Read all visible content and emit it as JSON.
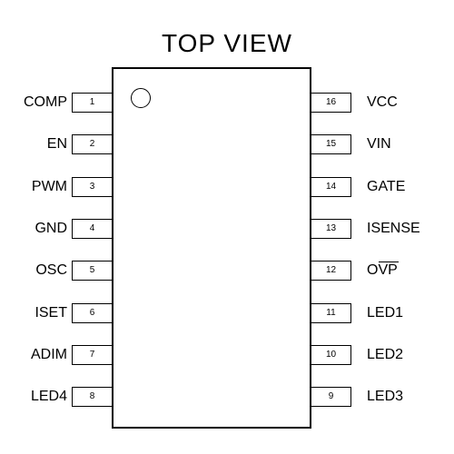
{
  "title": "TOP VIEW",
  "pins_left": [
    {
      "number": "1",
      "name": "COMP"
    },
    {
      "number": "2",
      "name": "EN"
    },
    {
      "number": "3",
      "name": "PWM"
    },
    {
      "number": "4",
      "name": "GND"
    },
    {
      "number": "5",
      "name": "OSC"
    },
    {
      "number": "6",
      "name": "ISET"
    },
    {
      "number": "7",
      "name": "ADIM"
    },
    {
      "number": "8",
      "name": "LED4"
    }
  ],
  "pins_right": [
    {
      "number": "16",
      "name": "VCC"
    },
    {
      "number": "15",
      "name": "VIN"
    },
    {
      "number": "14",
      "name": "GATE"
    },
    {
      "number": "13",
      "name": "ISENSE"
    },
    {
      "number": "12",
      "name": "OVP"
    },
    {
      "number": "11",
      "name": "LED1"
    },
    {
      "number": "10",
      "name": "LED2"
    },
    {
      "number": "9",
      "name": "LED3"
    }
  ]
}
